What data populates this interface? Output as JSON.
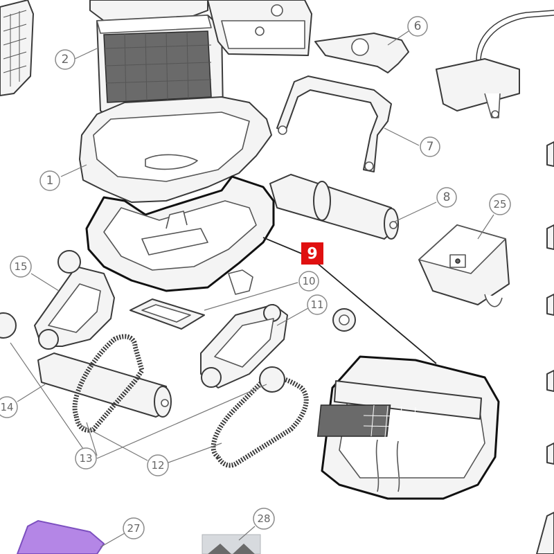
{
  "callouts": [
    {
      "id": "1",
      "label": "1"
    },
    {
      "id": "2",
      "label": "2"
    },
    {
      "id": "6",
      "label": "6"
    },
    {
      "id": "7",
      "label": "7"
    },
    {
      "id": "8",
      "label": "8"
    },
    {
      "id": "9",
      "label": "9",
      "highlighted": true
    },
    {
      "id": "10",
      "label": "10"
    },
    {
      "id": "11",
      "label": "11"
    },
    {
      "id": "12",
      "label": "12"
    },
    {
      "id": "13",
      "label": "13"
    },
    {
      "id": "14",
      "label": "14"
    },
    {
      "id": "15",
      "label": "15"
    },
    {
      "id": "25",
      "label": "25"
    },
    {
      "id": "27",
      "label": "27"
    },
    {
      "id": "28",
      "label": "28"
    }
  ],
  "colors": {
    "highlight": "#e01010",
    "line": "#3a3a3a",
    "callout_text": "#666666",
    "purple_part": "#b486e6",
    "grey_part": "#d7dade"
  }
}
